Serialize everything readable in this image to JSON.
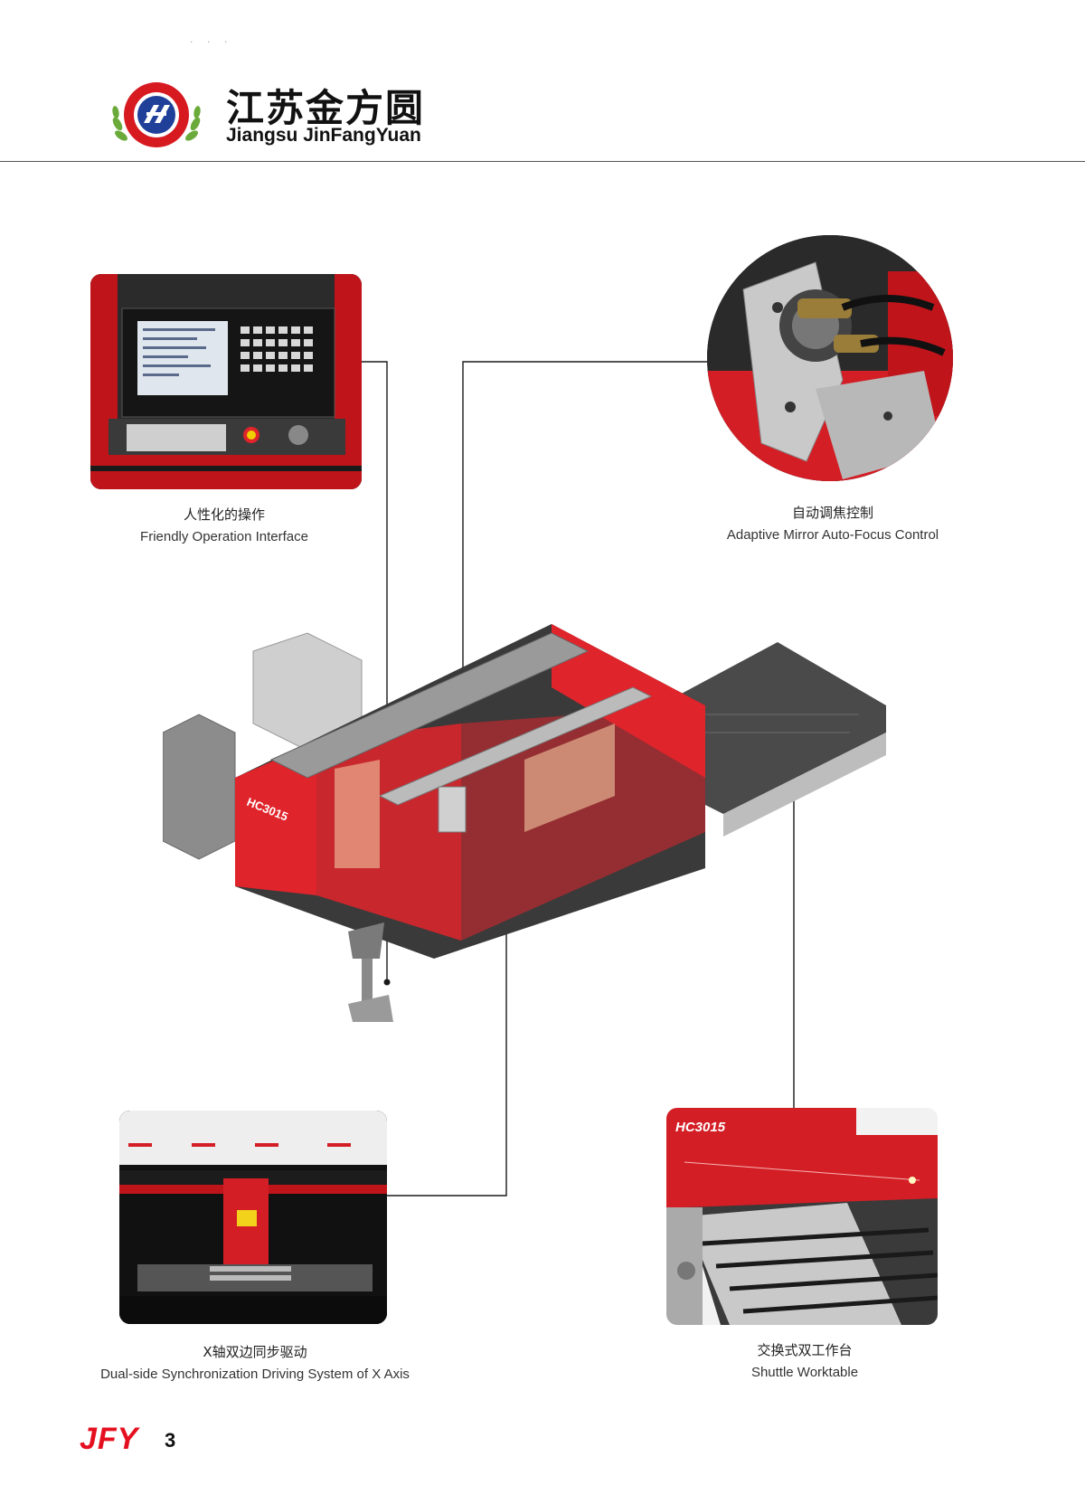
{
  "header": {
    "brand_cn": "江苏金方圆",
    "brand_en": "Jiangsu JinFangYuan",
    "logo": {
      "icon": "china-top-brand-emblem",
      "brand_color": "#d71920",
      "laurel_color": "#6aaa3a"
    }
  },
  "features": [
    {
      "cn": "人性化的操作",
      "en": "Friendly Operation Interface",
      "icon": "cnc-control-panel-photo"
    },
    {
      "cn": "自动调焦控制",
      "en": "Adaptive Mirror Auto-Focus Control",
      "icon": "laser-head-photo"
    },
    {
      "cn": "X轴双边同步驱动",
      "en": "Dual-side Synchronization Driving System of X Axis",
      "icon": "x-axis-gantry-photo"
    },
    {
      "cn": "交换式双工作台",
      "en": "Shuttle Worktable",
      "icon": "shuttle-table-photo"
    }
  ],
  "machine": {
    "model_label": "HC3015",
    "shuttle_photo_label": "HC3015",
    "colors": {
      "red": "#e0242b",
      "grey": "#8c8c8c",
      "dark": "#3a3a3a"
    }
  },
  "footer": {
    "logo_text": "JFY",
    "page_number": "3",
    "accent": "#e5101f"
  }
}
